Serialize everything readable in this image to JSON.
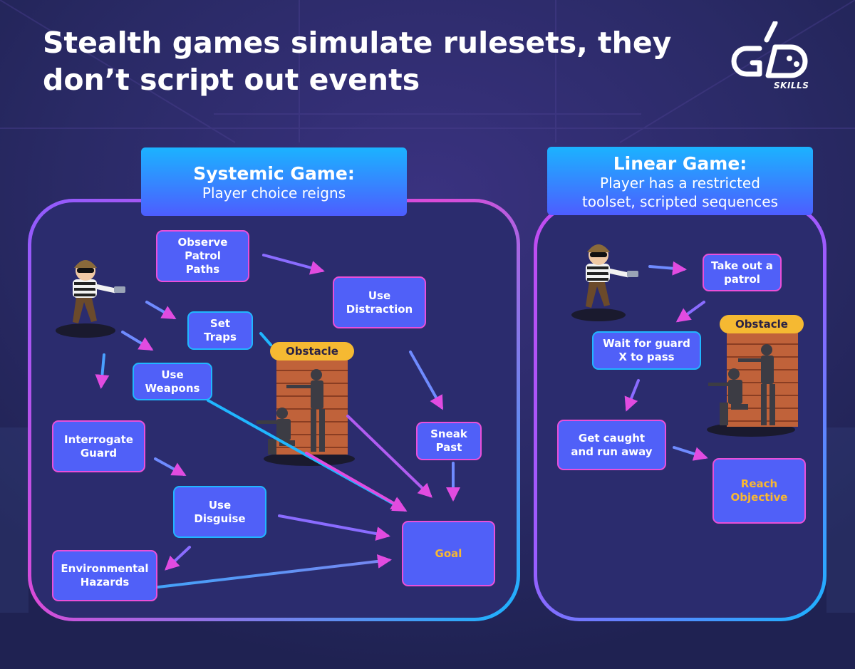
{
  "title": {
    "line1": "Stealth games simulate rulesets, they",
    "line2": "don’t script out events"
  },
  "logo": {
    "icon": "gd-gamepad-logo",
    "text": "SKILLS"
  },
  "systemic": {
    "header_title": "Systemic Game:",
    "header_sub": "Player choice reigns",
    "obstacle": "Obstacle",
    "nodes": {
      "observe_line1": "Observe",
      "observe_line2": "Patrol",
      "observe_line3": "Paths",
      "distraction_line1": "Use",
      "distraction_line2": "Distraction",
      "traps_line1": "Set",
      "traps_line2": "Traps",
      "weapons_line1": "Use",
      "weapons_line2": "Weapons",
      "interrogate_line1": "Interrogate",
      "interrogate_line2": "Guard",
      "disguise_line1": "Use",
      "disguise_line2": "Disguise",
      "sneak_line1": "Sneak",
      "sneak_line2": "Past",
      "hazards_line1": "Environmental",
      "hazards_line2": "Hazards",
      "goal": "Goal"
    }
  },
  "linear": {
    "header_title": "Linear Game:",
    "header_sub1": "Player has a restricted",
    "header_sub2": "toolset, scripted sequences",
    "obstacle": "Obstacle",
    "nodes": {
      "take_line1": "Take out a",
      "take_line2": "patrol",
      "wait_line1": "Wait for guard",
      "wait_line2": "X to pass",
      "caught_line1": "Get caught",
      "caught_line2": "and run away",
      "reach_line1": "Reach",
      "reach_line2": "Objective"
    }
  },
  "colors": {
    "background": "#2a2a66",
    "node_fill": "#5060f8",
    "node_border_pink": "#d84be0",
    "node_border_cyan": "#20b6ff",
    "goal_text": "#f7b733",
    "obstacle_fill": "#f5b932",
    "header_gradient_top": "#1bb3ff",
    "header_gradient_bottom": "#4d5dff"
  }
}
